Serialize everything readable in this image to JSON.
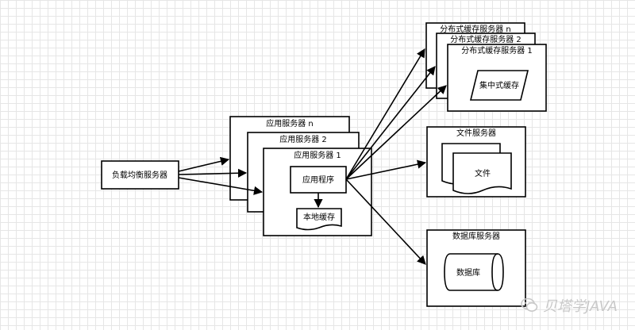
{
  "nodes": {
    "load_balancer": "负载均衡服务器",
    "app_server_n": "应用服务器 n",
    "app_server_2": "应用服务器 2",
    "app_server_1": "应用服务器 1",
    "app_program": "应用程序",
    "local_cache": "本地缓存",
    "dist_cache_n": "分布式缓存服务器 n",
    "dist_cache_2": "分布式缓存服务器 2",
    "dist_cache_1": "分布式缓存服务器 1",
    "central_cache": "集中式缓存",
    "file_server": "文件服务器",
    "file": "文件",
    "db_server": "数据库服务器",
    "database": "数据库"
  },
  "watermark": {
    "text": "贝塔学JAVA",
    "icon": "wechat-icon"
  },
  "colors": {
    "stroke": "#000000",
    "grid": "#e6e6e6",
    "watermark": "#c9c9c9"
  }
}
